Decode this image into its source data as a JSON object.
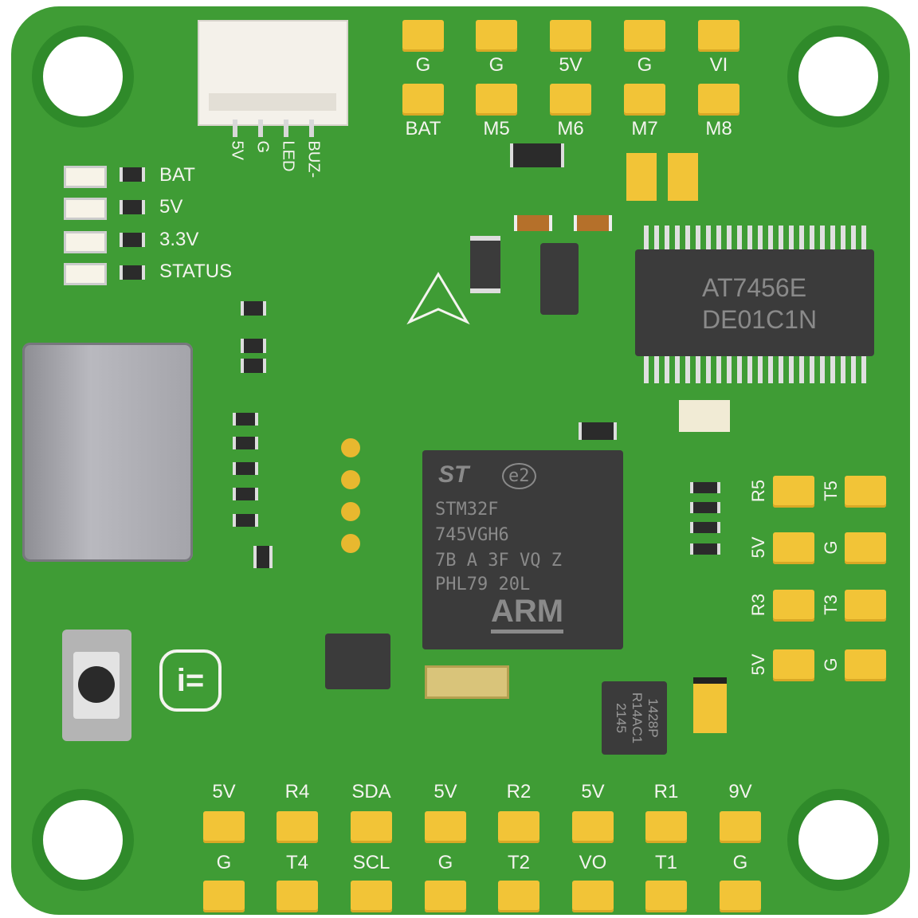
{
  "board": {
    "colors": {
      "pcb": "#3f9c35",
      "pad": "#f2c437",
      "silkscreen": "#f4f4ef",
      "chip": "#3b3b3b"
    },
    "top_pads_row1": [
      "G",
      "G",
      "5V",
      "G",
      "VI"
    ],
    "top_pads_row2": [
      "BAT",
      "M5",
      "M6",
      "M7",
      "M8"
    ],
    "connector_pins": [
      "5V",
      "G",
      "LED",
      "BUZ-"
    ],
    "led_labels": [
      "BAT",
      "5V",
      "3.3V",
      "STATUS"
    ],
    "right_pads": [
      {
        "left": "R5",
        "right": "T5"
      },
      {
        "left": "5V",
        "right": "G"
      },
      {
        "left": "R3",
        "right": "T3"
      },
      {
        "left": "5V",
        "right": "G"
      }
    ],
    "bottom_row1": [
      "5V",
      "R4",
      "SDA",
      "5V",
      "R2",
      "5V",
      "R1",
      "9V"
    ],
    "bottom_row2": [
      "G",
      "T4",
      "SCL",
      "G",
      "T2",
      "VO",
      "T1",
      "G"
    ],
    "osd_chip": {
      "line1": "AT7456E",
      "line2": "DE01C1N"
    },
    "mcu": {
      "logo": "ST",
      "badge": "e2",
      "lines": [
        "STM32F",
        "745VGH6",
        "7B A 3F VQ Z",
        "PHL79 20L"
      ],
      "brand": "ARM"
    },
    "regulator": {
      "lines": [
        "1428P",
        "R14AC1",
        "2145"
      ]
    }
  }
}
